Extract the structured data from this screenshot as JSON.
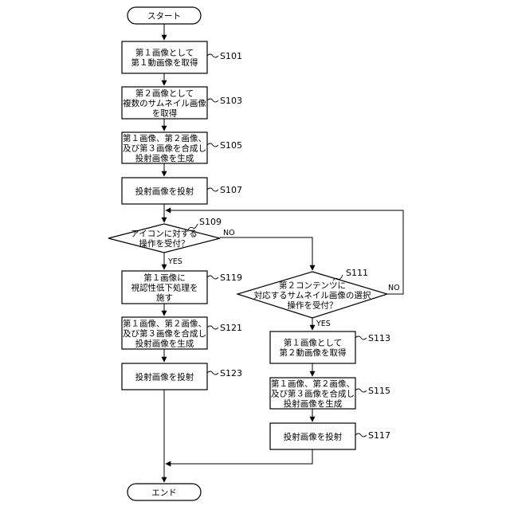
{
  "nodes": {
    "start": {
      "lines": [
        "スタート"
      ],
      "step": ""
    },
    "s101": {
      "lines": [
        "第１画像として",
        "第１動画像を取得"
      ],
      "step": "S101"
    },
    "s103": {
      "lines": [
        "第２画像として",
        "複数のサムネイル画像",
        "を取得"
      ],
      "step": "S103"
    },
    "s105": {
      "lines": [
        "第１画像、第２画像、",
        "及び第３画像を合成し",
        "投射画像を生成"
      ],
      "step": "S105"
    },
    "s107": {
      "lines": [
        "投射画像を投射"
      ],
      "step": "S107"
    },
    "s109": {
      "lines": [
        "アイコンに対する",
        "操作を受付？"
      ],
      "step": "S109"
    },
    "s119": {
      "lines": [
        "第１画像に",
        "視認性低下処理を",
        "施す"
      ],
      "step": "S119"
    },
    "s121": {
      "lines": [
        "第１画像、第２画像、",
        "及び第３画像を合成し",
        "投射画像を生成"
      ],
      "step": "S121"
    },
    "s123": {
      "lines": [
        "投射画像を投射"
      ],
      "step": "S123"
    },
    "s111": {
      "lines": [
        "第２コンテンツに",
        "対応するサムネイル画像の選択",
        "操作を受付？"
      ],
      "step": "S111"
    },
    "s113": {
      "lines": [
        "第１画像として",
        "第２動画像を取得"
      ],
      "step": "S113"
    },
    "s115": {
      "lines": [
        "第１画像、第２画像、",
        "及び第３画像を合成し",
        "投射画像を生成"
      ],
      "step": "S115"
    },
    "s117": {
      "lines": [
        "投射画像を投射"
      ],
      "step": "S117"
    },
    "end": {
      "lines": [
        "エンド"
      ],
      "step": ""
    }
  },
  "branches": {
    "s109_yes": "YES",
    "s109_no": "NO",
    "s111_yes": "YES",
    "s111_no": "NO"
  }
}
